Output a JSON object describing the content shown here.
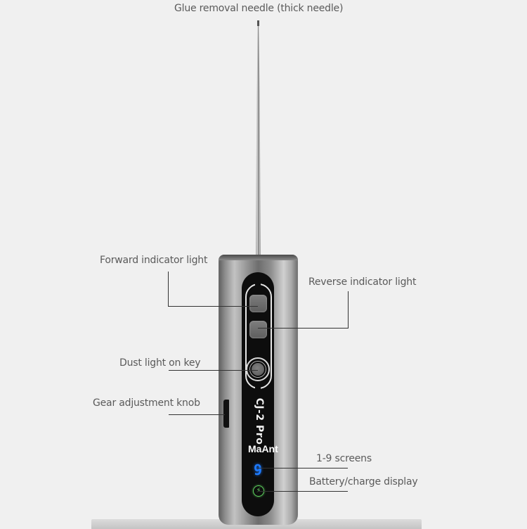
{
  "product": {
    "model": "CJ-2 Pro",
    "brand": "MaAnt",
    "display_digit": "9",
    "charge_icon": "lightning-bolt-icon",
    "colors": {
      "background": "#f0f0f0",
      "label_text": "#5a5a5a",
      "leader_line": "#333333",
      "display_digit": "#1e7bff",
      "charge_indicator": "#5fd35f",
      "panel": "#0d0d0d"
    }
  },
  "callouts": {
    "needle": "Glue removal needle (thick needle)",
    "forward_light": "Forward indicator light",
    "reverse_light": "Reverse indicator light",
    "dust_light_key": "Dust light on key",
    "gear_knob": "Gear adjustment knob",
    "screens": "1-9 screens",
    "battery": "Battery/charge display"
  }
}
